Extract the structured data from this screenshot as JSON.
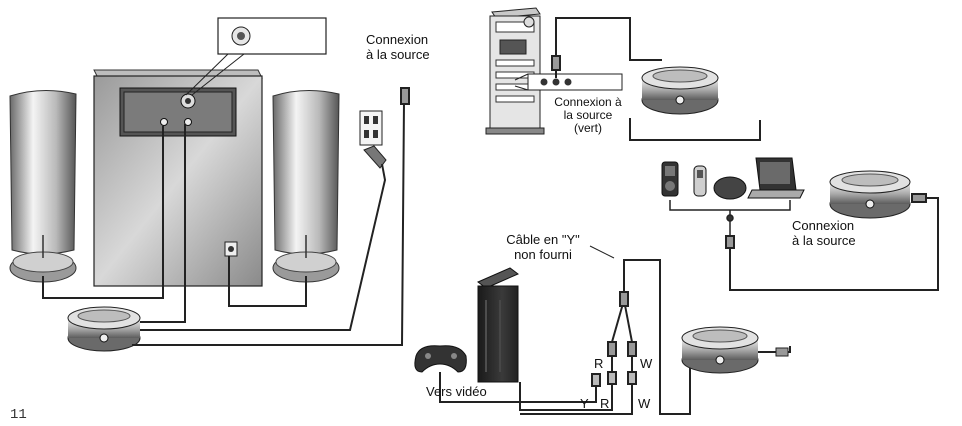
{
  "labels": {
    "source_top_left": "Connexion\nà la source",
    "source_pc": "Connexion à\nla source\n(vert)",
    "source_right": "Connexion\nà la source",
    "y_cable": "Câble en \"Y\"\nnon fourni",
    "vers_video": "Vers vidéo",
    "r_top": "R",
    "w_top": "W",
    "y_bottom": "Y",
    "r_bottom": "R",
    "w_bottom": "W",
    "page_mark": "11"
  }
}
